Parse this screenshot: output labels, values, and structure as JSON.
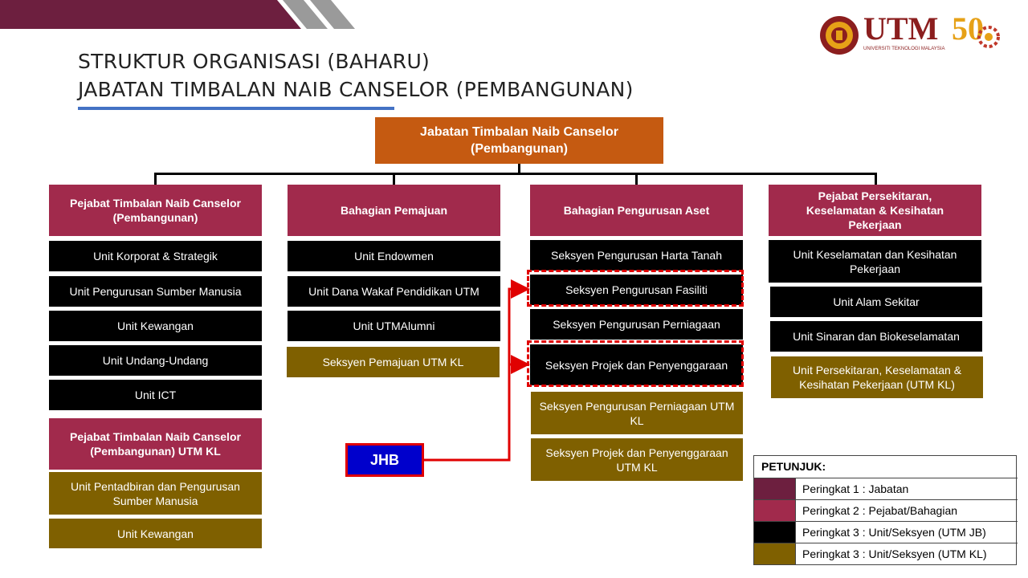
{
  "header": {
    "title_line1": "STRUKTUR ORGANISASI (BAHARU)",
    "title_line2": "JABATAN TIMBALAN NAIB CANSELOR (PEMBANGUNAN)",
    "logo_text": "UTM",
    "logo_subtext": "UNIVERSITI TEKNOLOGI MALAYSIA",
    "anniversary_text": "50"
  },
  "top": {
    "label": "Jabatan Timbalan Naib Canselor (Pembangunan)"
  },
  "col1": {
    "head": "Pejabat Timbalan Naib Canselor (Pembangunan)",
    "items": [
      "Unit Korporat & Strategik",
      "Unit Pengurusan Sumber Manusia",
      "Unit Kewangan",
      "Unit Undang-Undang",
      "Unit ICT"
    ],
    "kl_head": "Pejabat Timbalan Naib Canselor (Pembangunan) UTM KL",
    "kl_items": [
      "Unit Pentadbiran dan Pengurusan Sumber Manusia",
      "Unit Kewangan"
    ]
  },
  "col2": {
    "head": "Bahagian Pemajuan",
    "items": [
      "Unit Endowmen",
      "Unit Dana Wakaf Pendidikan UTM",
      "Unit UTMAlumni"
    ],
    "kl_items": [
      "Seksyen Pemajuan UTM KL"
    ]
  },
  "col3": {
    "head": "Bahagian Pengurusan Aset",
    "items": [
      "Seksyen Pengurusan Harta Tanah",
      "Seksyen Pengurusan Fasiliti",
      "Seksyen Pengurusan Perniagaan",
      "Seksyen Projek dan Penyenggaraan"
    ],
    "kl_items": [
      "Seksyen Pengurusan Perniagaan UTM KL",
      "Seksyen Projek dan Penyenggaraan UTM KL"
    ]
  },
  "col4": {
    "head": "Pejabat Persekitaran, Keselamatan & Kesihatan Pekerjaan",
    "items": [
      "Unit Keselamatan dan Kesihatan Pekerjaan",
      "Unit Alam Sekitar",
      "Unit Sinaran dan Biokeselamatan"
    ],
    "kl_items": [
      "Unit Persekitaran, Keselamatan & Kesihatan Pekerjaan (UTM KL)"
    ]
  },
  "jhb": {
    "label": "JHB"
  },
  "legend": {
    "title": "PETUNJUK:",
    "rows": [
      {
        "label": "Peringkat 1 : Jabatan",
        "color": "#6d1f3f"
      },
      {
        "label": "Peringkat 2 : Pejabat/Bahagian",
        "color": "#a12a4c"
      },
      {
        "label": "Peringkat 3 : Unit/Seksyen (UTM JB)",
        "color": "#000000"
      },
      {
        "label": "Peringkat 3 : Unit/Seksyen (UTM KL)",
        "color": "#7f6000"
      }
    ]
  },
  "colors": {
    "level1": "#c55a11",
    "level2": "#a12a4c",
    "level3_jb": "#000000",
    "level3_kl": "#7f6000",
    "highlight": "#e00000",
    "jhb_fill": "#0000cc",
    "title_underline": "#4472c4",
    "banner": "#6d1f3f"
  }
}
